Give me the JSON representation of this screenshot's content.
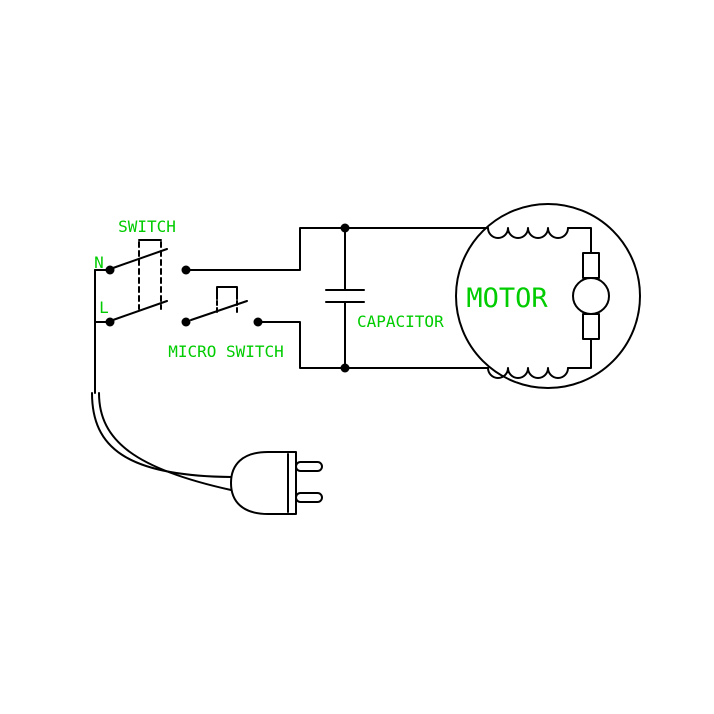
{
  "diagram": {
    "type": "appliance-wiring-schematic",
    "background": "#ffffff",
    "colors": {
      "wire": "#000000",
      "label": "#00cc00"
    },
    "labels": {
      "switch": "SWITCH",
      "neutral": "N",
      "live": "L",
      "micro_switch": "MICRO SWITCH",
      "capacitor": "CAPACITOR",
      "motor": "MOTOR"
    },
    "components": [
      "mains-plug",
      "power-cable",
      "double-pole-switch",
      "micro-switch",
      "capacitor",
      "motor-with-windings-and-brushes"
    ]
  }
}
